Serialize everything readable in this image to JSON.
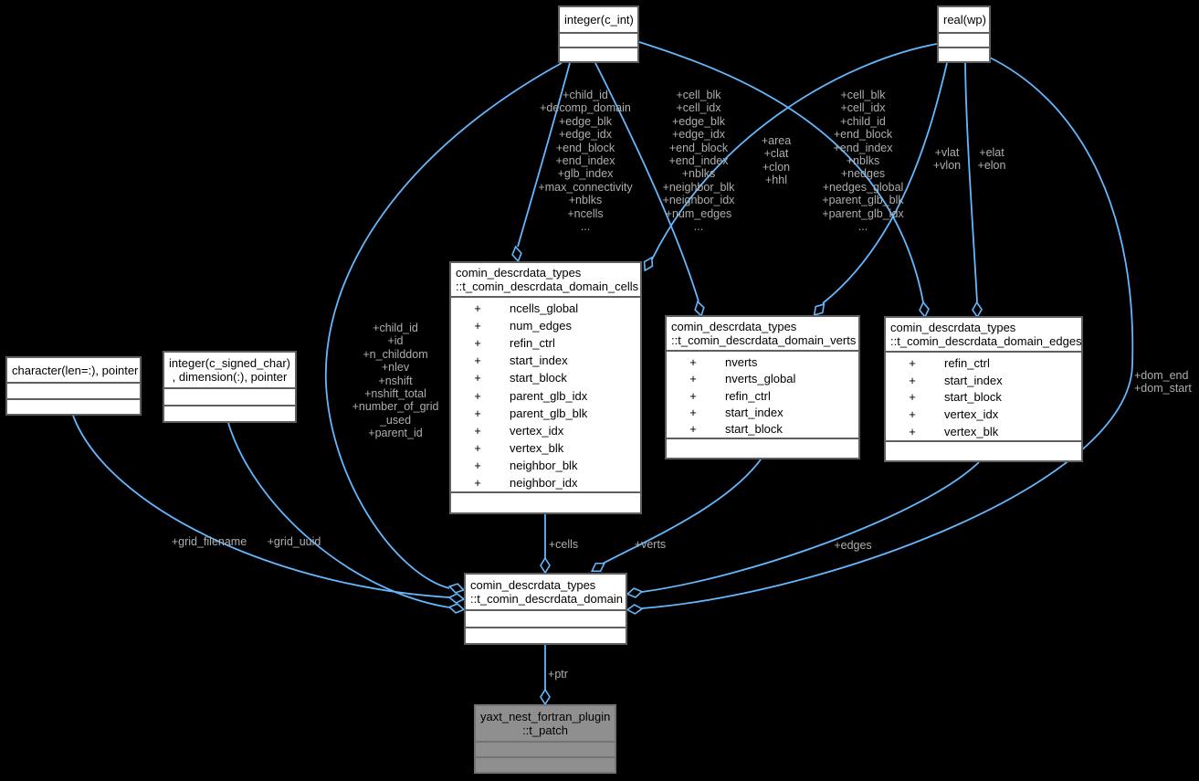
{
  "ui": {
    "plus": "+"
  },
  "colors": {
    "background": "#000000",
    "edge_line": "#63b8ff",
    "edge_label_text": "#aeaeae",
    "node_fill": "#ffffff",
    "node_border": "#5f5f5f",
    "node_text": "#000000",
    "grayed_node_fill": "#8f8f8f"
  },
  "nodes": {
    "integer_c_int": {
      "title": "integer(c_int)"
    },
    "real_wp": {
      "title": "real(wp)"
    },
    "character_pointer": {
      "title": "character(len=:), pointer"
    },
    "integer_signed_char": {
      "title_line1": "integer(c_signed_char)",
      "title_line2": ", dimension(:), pointer"
    },
    "domain_cells": {
      "title_line1": "comin_descrdata_types",
      "title_line2": "::t_comin_descrdata_domain_cells",
      "fields": [
        "ncells_global",
        "num_edges",
        "refin_ctrl",
        "start_index",
        "start_block",
        "parent_glb_idx",
        "parent_glb_blk",
        "vertex_idx",
        "vertex_blk",
        "neighbor_blk",
        "neighbor_idx"
      ]
    },
    "domain_verts": {
      "title_line1": "comin_descrdata_types",
      "title_line2": "::t_comin_descrdata_domain_verts",
      "fields": [
        "nverts",
        "nverts_global",
        "refin_ctrl",
        "start_index",
        "start_block"
      ]
    },
    "domain_edges": {
      "title_line1": "comin_descrdata_types",
      "title_line2": "::t_comin_descrdata_domain_edges",
      "fields": [
        "refin_ctrl",
        "start_index",
        "start_block",
        "vertex_idx",
        "vertex_blk"
      ]
    },
    "domain": {
      "title_line1": "comin_descrdata_types",
      "title_line2": "::t_comin_descrdata_domain"
    },
    "t_patch": {
      "title_line1": "yaxt_nest_fortran_plugin",
      "title_line2": "::t_patch"
    }
  },
  "edge_labels": {
    "int_to_cells": [
      "+child_id",
      "+decomp_domain",
      "+edge_blk",
      "+edge_idx",
      "+end_block",
      "+end_index",
      "+glb_index",
      "+max_connectivity",
      "+nblks",
      "+ncells",
      "..."
    ],
    "int_to_verts": [
      "+cell_blk",
      "+cell_idx",
      "+edge_blk",
      "+edge_idx",
      "+end_block",
      "+end_index",
      "+nblks",
      "+neighbor_blk",
      "+neighbor_idx",
      "+num_edges",
      "..."
    ],
    "real_to_cells": [
      "+area",
      "+clat",
      "+clon",
      "+hhl"
    ],
    "int_to_edges": [
      "+cell_blk",
      "+cell_idx",
      "+child_id",
      "+end_block",
      "+end_index",
      "+nblks",
      "+nedges",
      "+nedges_global",
      "+parent_glb_blk",
      "+parent_glb_idx",
      "..."
    ],
    "real_to_verts": [
      "+vlat",
      "+vlon"
    ],
    "real_to_edges": [
      "+elat",
      "+elon"
    ],
    "int_to_domain": [
      "+child_id",
      "+id",
      "+n_childdom",
      "+nlev",
      "+nshift",
      "+nshift_total",
      "+number_of_grid",
      "_used",
      "+parent_id"
    ],
    "real_to_domain": [
      "+dom_end",
      "+dom_start"
    ],
    "char_to_domain": "+grid_filename",
    "schar_to_domain": "+grid_uuid",
    "cells_to_domain": "+cells",
    "verts_to_domain": "+verts",
    "edges_to_domain": "+edges",
    "domain_to_patch": "+ptr"
  }
}
